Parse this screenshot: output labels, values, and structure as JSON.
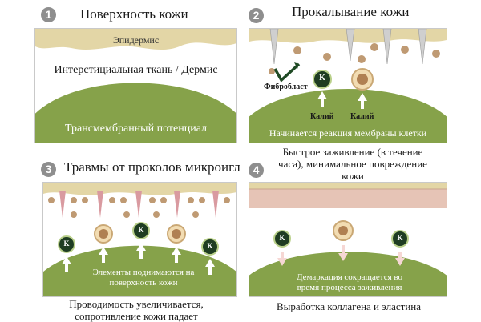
{
  "steps": [
    {
      "number": "1",
      "title": "Поверхность кожи",
      "epidermis": "Эпидермис",
      "dermis": "Интерстициальная ткань / Дермис",
      "potential": "Трансмембранный потенциал"
    },
    {
      "number": "2",
      "title": "Прокалывание кожи",
      "fibroblast": "Фибробласт",
      "potassium_left": "Калий",
      "potassium_right": "Калий",
      "reaction": "Начинается реакция мембраны клетки",
      "caption": "Быстрое заживление (в течение часа), минимальное повреждение кожи"
    },
    {
      "number": "3",
      "title": "Травмы от проколов микроигл",
      "elements_rise": "Элементы поднимаются на поверхность кожи",
      "caption": "Проводимость увеличивается, сопротивление кожи падает"
    },
    {
      "number": "4",
      "demarcation": "Демаркация сокращается во время процесса заживления",
      "caption": "Выработка коллагена и эластина"
    }
  ],
  "ion_symbol": "K",
  "colors": {
    "epidermis": "#e3d6a6",
    "dermis_green": "#86a24a",
    "cell_dark": "#1f3d22",
    "cell_ring": "#b9d08a",
    "vessel": "#bf9a73",
    "needle": "#c9c9c9",
    "wound": "#d99aa0",
    "badge": "#8e8e8e"
  },
  "icons": [
    "number-badge",
    "needle-icon",
    "fibroblast-arrow-icon",
    "potassium-cell-icon",
    "up-arrow-icon",
    "down-arrow-icon"
  ]
}
